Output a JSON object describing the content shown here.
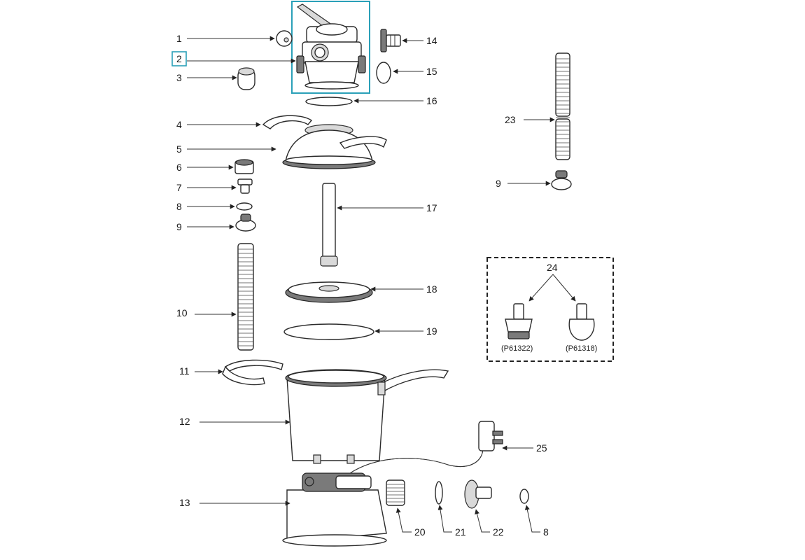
{
  "parts": [
    {
      "id": "p1",
      "number": "1"
    },
    {
      "id": "p2",
      "number": "2"
    },
    {
      "id": "p3",
      "number": "3"
    },
    {
      "id": "p4",
      "number": "4"
    },
    {
      "id": "p5",
      "number": "5"
    },
    {
      "id": "p6",
      "number": "6"
    },
    {
      "id": "p7",
      "number": "7"
    },
    {
      "id": "p8a",
      "number": "8"
    },
    {
      "id": "p9a",
      "number": "9"
    },
    {
      "id": "p10",
      "number": "10"
    },
    {
      "id": "p11",
      "number": "11"
    },
    {
      "id": "p12",
      "number": "12"
    },
    {
      "id": "p13",
      "number": "13"
    },
    {
      "id": "p14",
      "number": "14"
    },
    {
      "id": "p15",
      "number": "15"
    },
    {
      "id": "p16",
      "number": "16"
    },
    {
      "id": "p17",
      "number": "17"
    },
    {
      "id": "p18",
      "number": "18"
    },
    {
      "id": "p19",
      "number": "19"
    },
    {
      "id": "p20",
      "number": "20"
    },
    {
      "id": "p21",
      "number": "21"
    },
    {
      "id": "p22",
      "number": "22"
    },
    {
      "id": "p8b",
      "number": "8"
    },
    {
      "id": "p23",
      "number": "23"
    },
    {
      "id": "p9b",
      "number": "9"
    },
    {
      "id": "p24",
      "number": "24"
    },
    {
      "id": "p25",
      "number": "25"
    }
  ],
  "options": {
    "left_code": "(P61322)",
    "right_code": "(P61318)"
  },
  "highlight": {
    "part_number": "2",
    "color": "#2aa0b8"
  }
}
